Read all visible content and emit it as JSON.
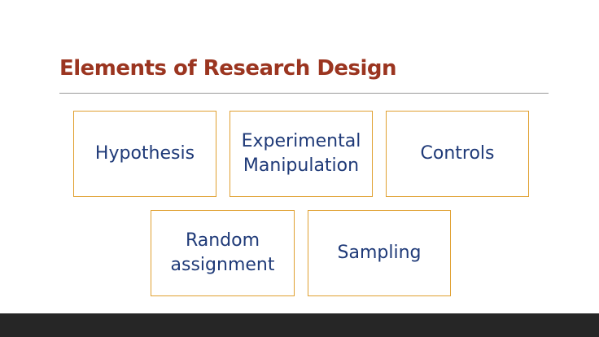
{
  "slide": {
    "title": "Elements of Research Design",
    "elements": [
      {
        "lines": [
          "Hypothesis"
        ]
      },
      {
        "lines": [
          "Experimental",
          "Manipulation"
        ]
      },
      {
        "lines": [
          "Controls"
        ]
      },
      {
        "lines": [
          "Random",
          "assignment"
        ]
      },
      {
        "lines": [
          "Sampling"
        ]
      }
    ]
  },
  "colors": {
    "title": "#9b3520",
    "rule": "#9a9a9a",
    "box_border": "#e0a030",
    "box_text": "#1f3a78",
    "footer": "#262626",
    "background": "#ffffff"
  }
}
